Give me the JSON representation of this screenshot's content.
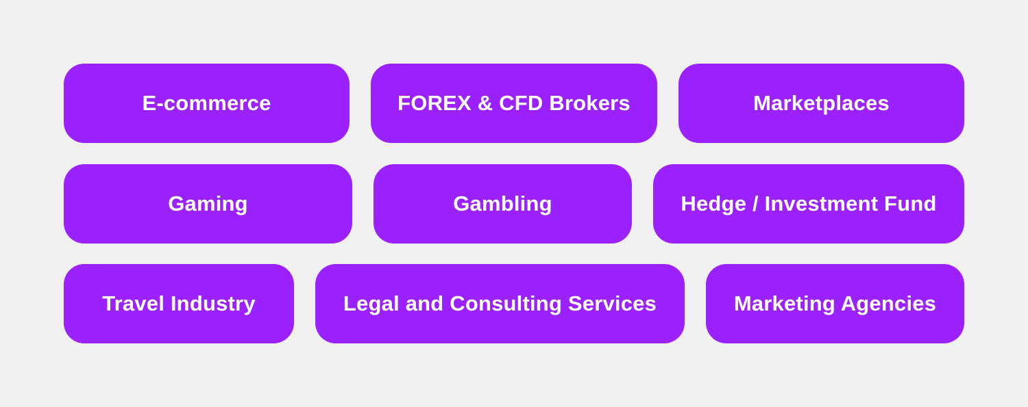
{
  "industries": {
    "row1": [
      "E-commerce",
      "FOREX & CFD Brokers",
      "Marketplaces"
    ],
    "row2": [
      "Gaming",
      "Gambling",
      "Hedge / Investment Fund"
    ],
    "row3": [
      "Travel Industry",
      "Legal and Consulting Services",
      "Marketing Agencies"
    ]
  },
  "colors": {
    "background": "#f2f1f2",
    "pill": "#9b22fe",
    "text": "#ffffff"
  }
}
